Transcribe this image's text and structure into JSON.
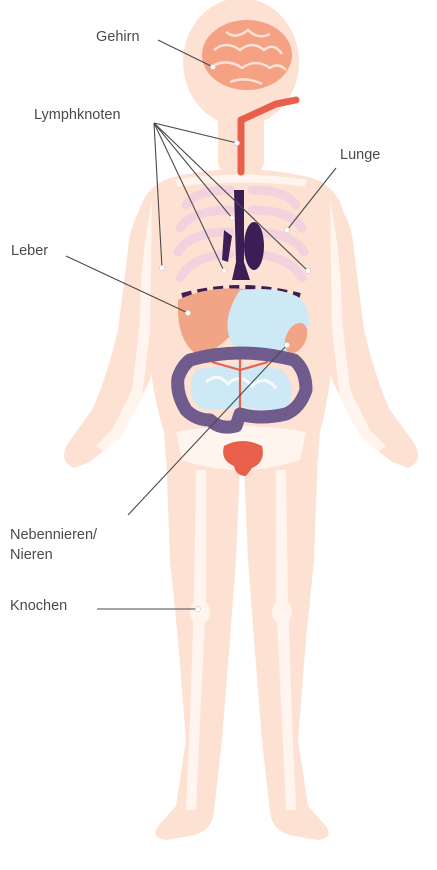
{
  "labels": {
    "brain": "Gehirn",
    "lymph_nodes": "Lymphknoten",
    "lung": "Lunge",
    "liver": "Leber",
    "adrenal_kidneys_line1": "Nebennieren/",
    "adrenal_kidneys_line2": "Nieren",
    "bone": "Knochen"
  },
  "colors": {
    "skin": "#fde2d4",
    "bone": "#fff4ee",
    "brain": "#f4a184",
    "trachea": "#e8604a",
    "lung": "#f3d2dd",
    "liver": "#f2a487",
    "stomach": "#cde9f6",
    "colon": "#6f5b8c",
    "lymph": "#3a1e55",
    "bladder": "#e8604a",
    "label_text": "#4a4a4a"
  }
}
